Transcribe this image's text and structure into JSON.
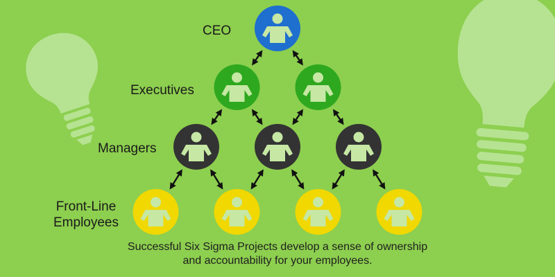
{
  "levels": [
    {
      "key": "ceo",
      "label": "CEO",
      "color": "#1f6fcf",
      "count": 1
    },
    {
      "key": "executives",
      "label": "Executives",
      "color": "#2ea81f",
      "count": 2
    },
    {
      "key": "managers",
      "label": "Managers",
      "color": "#333333",
      "count": 3
    },
    {
      "key": "front_line",
      "label": "Front-Line Employees",
      "label_lines": [
        "Front-Line",
        "Employees"
      ],
      "color": "#f0d800",
      "count": 4
    }
  ],
  "caption": {
    "line1": "Successful Six Sigma Projects develop a sense of ownership",
    "line2": "and accountability for your employees."
  },
  "colors": {
    "background": "#8dcf4f",
    "bulb": "#b6e392",
    "figure": "#c6e8a4",
    "arrow": "#111111"
  },
  "icons": {
    "person": "person-icon",
    "bulb": "lightbulb-icon",
    "arrow": "double-arrow-icon"
  }
}
